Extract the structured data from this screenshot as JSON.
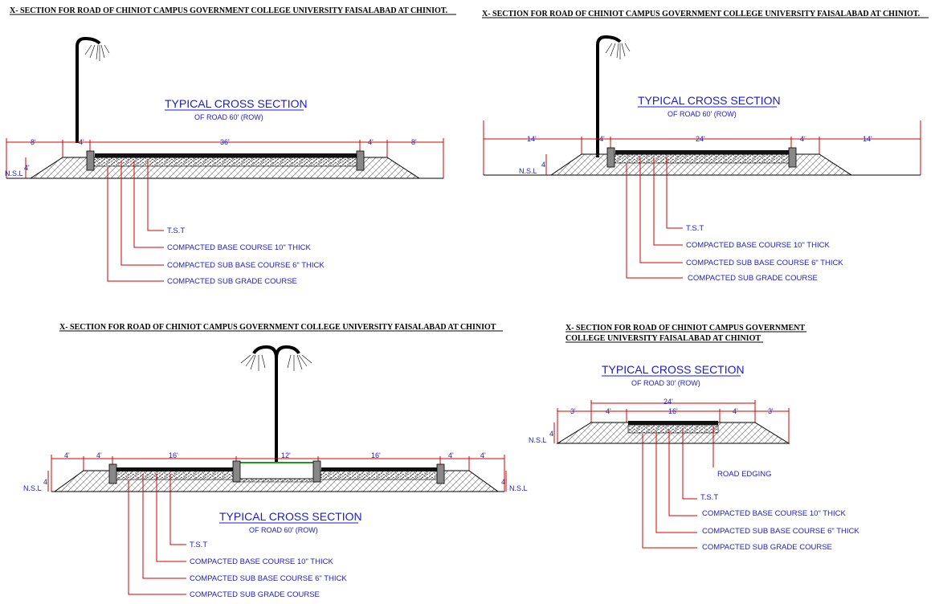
{
  "colors": {
    "dimension": "#d40000",
    "annotation": "#1a1ad6",
    "linework": "#000000",
    "median": "#1e9a1e"
  },
  "sections": [
    {
      "title": "X- SECTION FOR ROAD OF  CHINIOT CAMPUS GOVERNMENT COLLEGE UNIVERSITY  FAISALABAD AT CHINIOT.",
      "heading": "TYPICAL CROSS SECTION",
      "subheading": "OF ROAD 60' (ROW)",
      "dims": [
        "8'",
        "4'",
        "36'",
        "4'",
        "8'"
      ],
      "depth": "4'",
      "nsl": "N.S.L",
      "labels": [
        "T.S.T",
        "COMPACTED BASE COURSE 10\" THICK",
        "COMPACTED SUB BASE COURSE 6\" THICK",
        "COMPACTED SUB GRADE COURSE"
      ]
    },
    {
      "title": "X- SECTION FOR ROAD OF  CHINIOT CAMPUS GOVERNMENT COLLEGE UNIVERSITY  FAISALABAD AT CHINIOT.",
      "heading": "TYPICAL CROSS SECTION",
      "subheading": "OF ROAD 60' (ROW)",
      "dims": [
        "14'",
        "4'",
        "24'",
        "4'",
        "14'"
      ],
      "depth": "4'",
      "nsl": "N.S.L",
      "labels": [
        "T.S.T",
        "COMPACTED BASE COURSE 10\" THICK",
        "COMPACTED SUB BASE COURSE 6\" THICK",
        "COMPACTED SUB GRADE COURSE"
      ]
    },
    {
      "title": "X- SECTION FOR ROAD OF  CHINIOT CAMPUS GOVERNMENT COLLEGE UNIVERSITY  FAISALABAD AT CHINIOT",
      "heading": "TYPICAL CROSS SECTION",
      "subheading": "OF ROAD 60' (ROW)",
      "dims": [
        "4'",
        "4'",
        "16'",
        "12'",
        "16'",
        "4'",
        "4'"
      ],
      "depth": "4'",
      "nsl": "N.S.L",
      "labels": [
        "T.S.T",
        "COMPACTED BASE COURSE 10\" THICK",
        "COMPACTED SUB BASE COURSE 6\" THICK",
        "COMPACTED SUB GRADE COURSE"
      ]
    },
    {
      "title_line1": "X- SECTION FOR ROAD OF  CHINIOT CAMPUS GOVERNMENT",
      "title_line2": "COLLEGE UNIVERSITY  FAISALABAD AT CHINIOT",
      "heading": "TYPICAL CROSS SECTION",
      "subheading": "OF ROAD 30' (ROW)",
      "dims": [
        "3'",
        "4'",
        "16'",
        "4'",
        "3'"
      ],
      "dim_total": "24'",
      "depth": "4'",
      "nsl": "N.S.L",
      "edging": "ROAD EDGING",
      "labels": [
        "T.S.T",
        "COMPACTED BASE COURSE 10\" THICK",
        "COMPACTED SUB BASE COURSE 6\" THICK",
        "COMPACTED SUB GRADE COURSE"
      ]
    }
  ]
}
